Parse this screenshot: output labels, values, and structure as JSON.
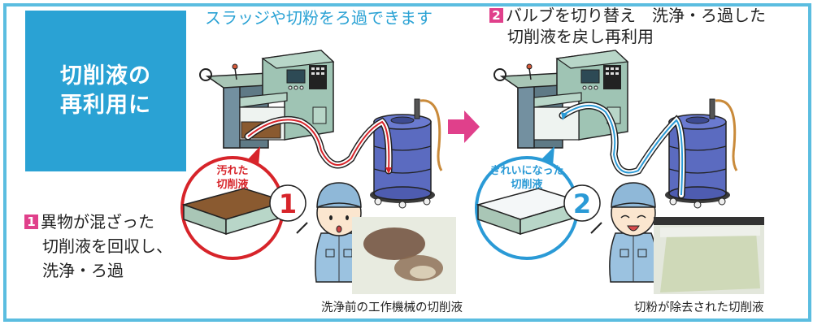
{
  "title": {
    "line1": "切削液の",
    "line2": "再利用に"
  },
  "top_caption": "スラッジや切粉をろ過できます",
  "step1": {
    "number": "1",
    "lines": [
      "異物が混ざった",
      "切削液を回収し、",
      "洗浄・ろ過"
    ]
  },
  "step2": {
    "number": "2",
    "lines": [
      "バルブを切り替え　洗浄・ろ過した",
      "切削液を戻し再利用"
    ]
  },
  "dirty_circle": {
    "label_line1": "汚れた",
    "label_line2": "切削液",
    "number": "1",
    "color": "#d7242a"
  },
  "clean_circle": {
    "label_line1": "きれいになった",
    "label_line2": "切削液",
    "number": "2",
    "color": "#2a9ad6"
  },
  "photo_before_caption": "洗浄前の工作機械の切削液",
  "photo_after_caption": "切粉が除去された切削液",
  "colors": {
    "frame": "#5bbde0",
    "title_panel": "#2aa2d4",
    "badge": "#e0408b",
    "arrow": "#e0408b",
    "dirty": "#d7242a",
    "clean": "#2a9ad6",
    "machine": "#9fc4b4",
    "drum": "#5b6bc0"
  }
}
